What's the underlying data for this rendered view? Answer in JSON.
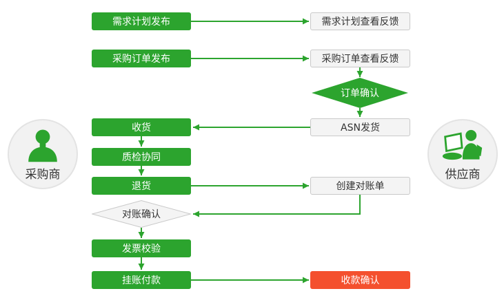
{
  "colors": {
    "green": "#2CA42E",
    "red": "#F4502E",
    "node_gray_bg": "#F4F4F4",
    "node_gray_border": "#C9C9C9",
    "text_dark": "#333333",
    "circle_bg": "#F2F2F2",
    "circle_border": "#E3E3E3"
  },
  "actors": {
    "buyer": {
      "label": "采购商",
      "icon": "person-icon"
    },
    "supplier": {
      "label": "供应商",
      "icon": "person-laptop-icon"
    }
  },
  "nodes": {
    "demand_plan_publish": {
      "label": "需求计划发布",
      "type": "process",
      "style": "green"
    },
    "demand_plan_feedback": {
      "label": "需求计划查看反馈",
      "type": "process",
      "style": "gray"
    },
    "po_publish": {
      "label": "采购订单发布",
      "type": "process",
      "style": "green"
    },
    "po_feedback": {
      "label": "采购订单查看反馈",
      "type": "process",
      "style": "gray"
    },
    "order_confirm": {
      "label": "订单确认",
      "type": "decision",
      "style": "green"
    },
    "asn_ship": {
      "label": "ASN发货",
      "type": "process",
      "style": "gray"
    },
    "receive": {
      "label": "收货",
      "type": "process",
      "style": "green"
    },
    "quality_check": {
      "label": "质检协同",
      "type": "process",
      "style": "green"
    },
    "return_goods": {
      "label": "退货",
      "type": "process",
      "style": "green"
    },
    "create_statement": {
      "label": "创建对账单",
      "type": "process",
      "style": "gray"
    },
    "statement_confirm": {
      "label": "对账确认",
      "type": "decision",
      "style": "gray"
    },
    "invoice_verify": {
      "label": "发票校验",
      "type": "process",
      "style": "green"
    },
    "payment": {
      "label": "挂账付款",
      "type": "process",
      "style": "green"
    },
    "payment_confirm": {
      "label": "收款确认",
      "type": "process",
      "style": "red"
    }
  },
  "edges": [
    {
      "from": "需求计划发布",
      "to": "需求计划查看反馈"
    },
    {
      "from": "采购订单发布",
      "to": "采购订单查看反馈"
    },
    {
      "from": "采购订单查看反馈",
      "to": "订单确认"
    },
    {
      "from": "订单确认",
      "to": "ASN发货"
    },
    {
      "from": "ASN发货",
      "to": "收货"
    },
    {
      "from": "收货",
      "to": "质检协同"
    },
    {
      "from": "质检协同",
      "to": "退货"
    },
    {
      "from": "退货",
      "to": "创建对账单"
    },
    {
      "from": "创建对账单",
      "to": "对账确认"
    },
    {
      "from": "对账确认",
      "to": "发票校验"
    },
    {
      "from": "发票校验",
      "to": "挂账付款"
    },
    {
      "from": "挂账付款",
      "to": "收款确认"
    }
  ]
}
